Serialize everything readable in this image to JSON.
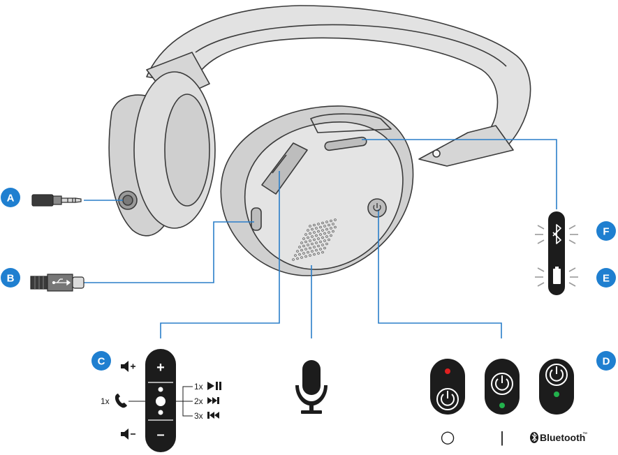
{
  "callouts": {
    "a": "A",
    "b": "B",
    "c": "C",
    "d": "D",
    "e": "E",
    "f": "F"
  },
  "controls": {
    "plus": "+",
    "minus": "–",
    "call_count": "1x",
    "press_1": "1x",
    "press_2": "2x",
    "press_3": "3x"
  },
  "states": {
    "off_symbol": "○",
    "on_symbol": "|",
    "bluetooth_label": "Bluetooth",
    "bluetooth_tm": "™"
  },
  "colors": {
    "callout": "#1f7fd0",
    "leader_line": "#2a7ec9",
    "outline": "#3a3a3a",
    "body_fill": "#e2e2e2",
    "body_dark": "#c8c8c8",
    "control_dark": "#1c1c1c",
    "led_red": "#e02020",
    "led_green": "#22b14c"
  },
  "icons": {
    "jack": "audio-jack-icon",
    "usb": "usb-cable-icon",
    "mic": "microphone-icon",
    "power": "power-icon",
    "bluetooth": "bluetooth-icon",
    "battery": "battery-icon",
    "phone": "phone-icon",
    "play_pause": "play-pause-icon",
    "next": "next-track-icon",
    "previous": "previous-track-icon",
    "volume_up": "volume-up-icon",
    "volume_down": "volume-down-icon"
  }
}
